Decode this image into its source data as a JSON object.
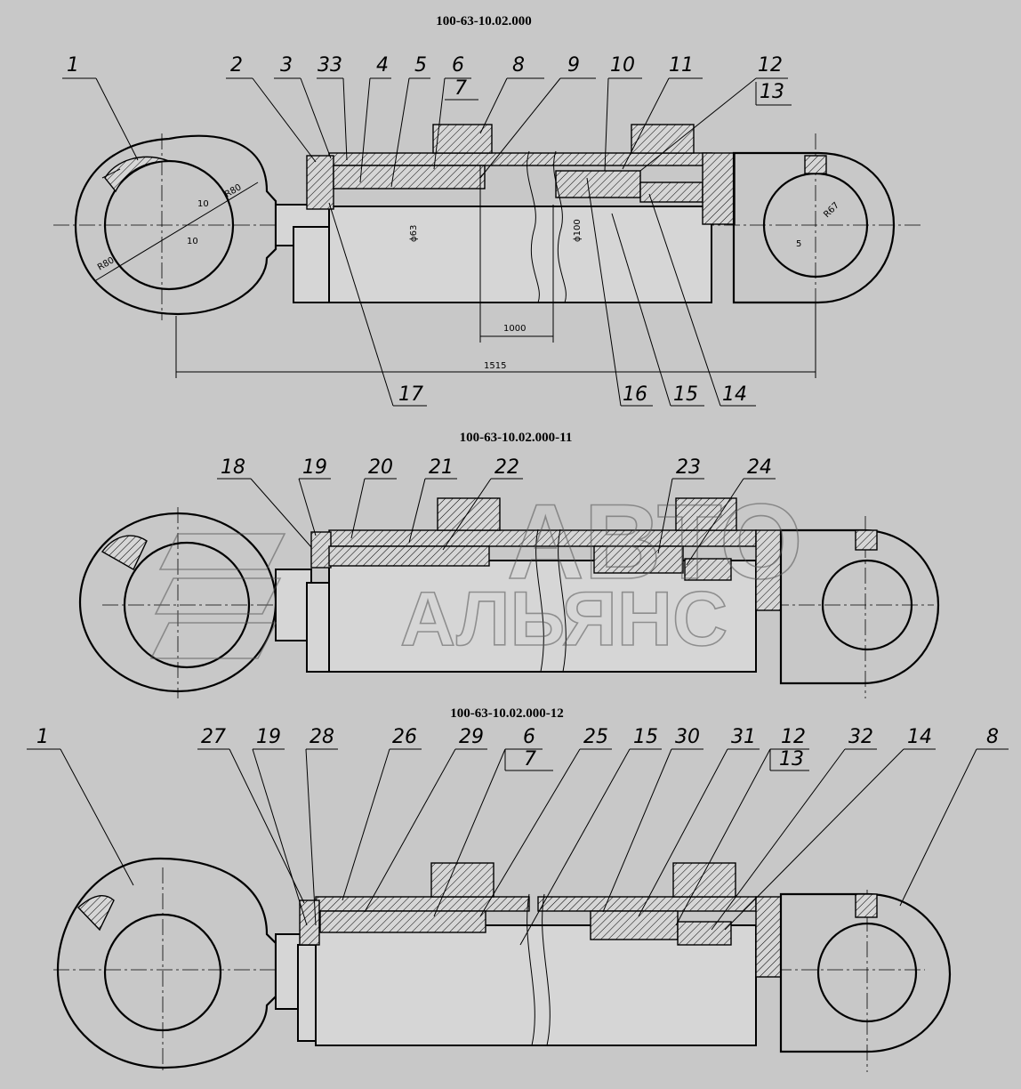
{
  "views": [
    {
      "title": "100-63-10.02.000"
    },
    {
      "title": "100-63-10.02.000-11"
    },
    {
      "title": "100-63-10.02.000-12"
    }
  ],
  "view1": {
    "callouts_top": [
      "1",
      "2",
      "3",
      "33",
      "4",
      "5",
      "6",
      "7",
      "8",
      "9",
      "10",
      "11",
      "12",
      "13"
    ],
    "callouts_bottom": [
      "17",
      "16",
      "15",
      "14"
    ],
    "dims": {
      "r80a": "R80",
      "r80b": "R80",
      "ten_a": "10",
      "ten_b": "10",
      "d63": "ϕ63",
      "d100": "ϕ100",
      "l1000": "1000",
      "l1515": "1515",
      "r67": "R67",
      "five": "5"
    }
  },
  "view2": {
    "callouts": [
      "18",
      "19",
      "20",
      "21",
      "22",
      "23",
      "24"
    ]
  },
  "view3": {
    "callouts": [
      "1",
      "27",
      "19",
      "28",
      "26",
      "29",
      "6",
      "7",
      "25",
      "15",
      "30",
      "31",
      "12",
      "13",
      "32",
      "14",
      "8"
    ]
  },
  "watermark": {
    "line1": "АВТО",
    "line2": "АЛЬЯНС"
  }
}
